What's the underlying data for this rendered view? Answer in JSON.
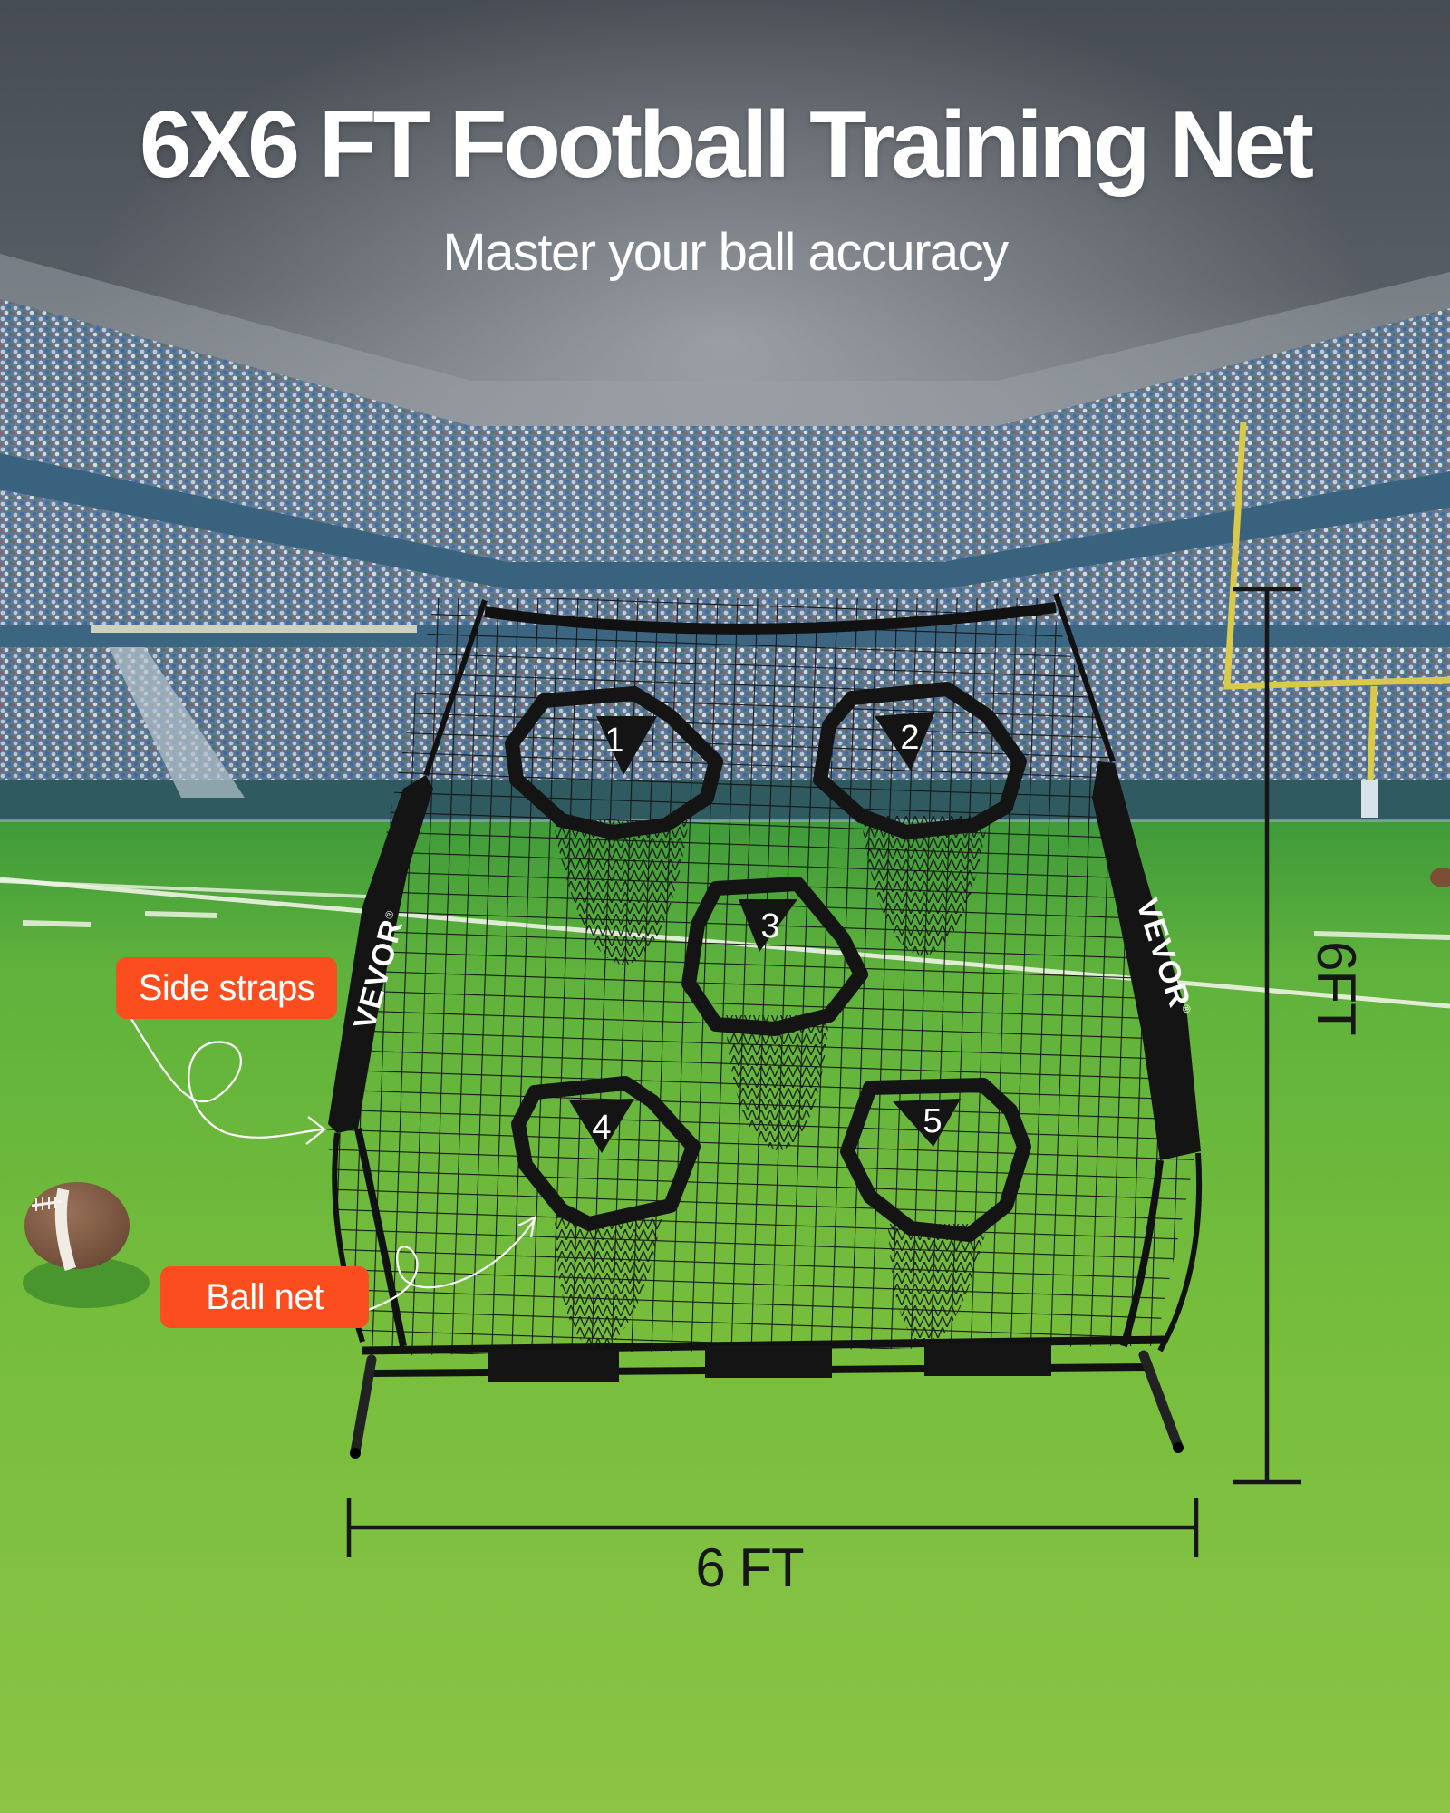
{
  "header": {
    "title": "6X6 FT Football Training Net",
    "subtitle": "Master your ball accuracy"
  },
  "product": {
    "brand": "VEVOR",
    "brand_mark": "®",
    "targets": [
      {
        "number": "1"
      },
      {
        "number": "2"
      },
      {
        "number": "3"
      },
      {
        "number": "4"
      },
      {
        "number": "5"
      }
    ]
  },
  "callouts": {
    "side_straps": "Side straps",
    "ball_net": "Ball net"
  },
  "dimensions": {
    "width_label": "6 FT",
    "height_label": "6FT"
  },
  "colors": {
    "callout_bg": "#fb4d1e",
    "callout_text": "#ffffff",
    "title_text": "#ffffff",
    "dimension_line": "#161616",
    "field_green": "#7fbf3f",
    "sky_gray": "#4a5058",
    "goalpost_yellow": "#d9c94a"
  }
}
